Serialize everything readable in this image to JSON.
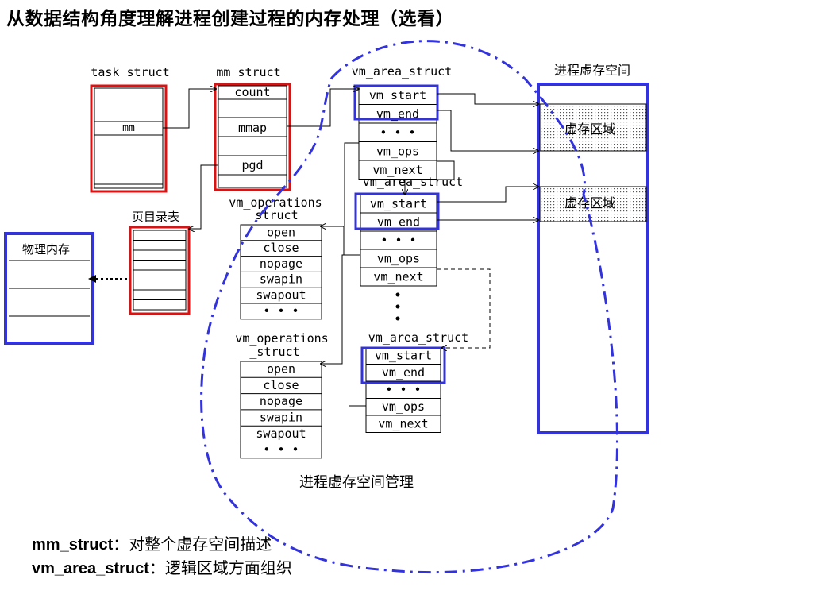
{
  "title": "从数据结构角度理解进程创建过程的内存处理（选看）",
  "colors": {
    "red": "#dd1111",
    "blue": "#3333dd",
    "black": "#000000"
  },
  "labels": {
    "task_struct": "task_struct",
    "mm_struct": "mm_struct",
    "vm_area_struct": "vm_area_struct",
    "vm_operations": "vm_operations",
    "struct_suffix": "_struct",
    "page_table": "页目录表",
    "physical_memory": "物理内存",
    "process_vspace": "进程虚存空间",
    "vregion": "虚存区域",
    "vspace_mgmt": "进程虚存空间管理"
  },
  "task_struct_fields": [
    "",
    "mm",
    ""
  ],
  "mm_struct_fields": [
    "count",
    "",
    "mmap",
    "",
    "pgd",
    ""
  ],
  "vma_fields": [
    "vm_start",
    "vm_end",
    "• • •",
    "vm_ops",
    "vm_next"
  ],
  "vm_ops_fields": [
    "open",
    "close",
    "nopage",
    "swapin",
    "swapout",
    "• • •"
  ],
  "notes": [
    {
      "head": "mm_struct",
      "sep": "：",
      "body": "对整个虚存空间描述"
    },
    {
      "head": "vm_area_struct",
      "sep": "：",
      "body": "逻辑区域方面组织"
    }
  ]
}
